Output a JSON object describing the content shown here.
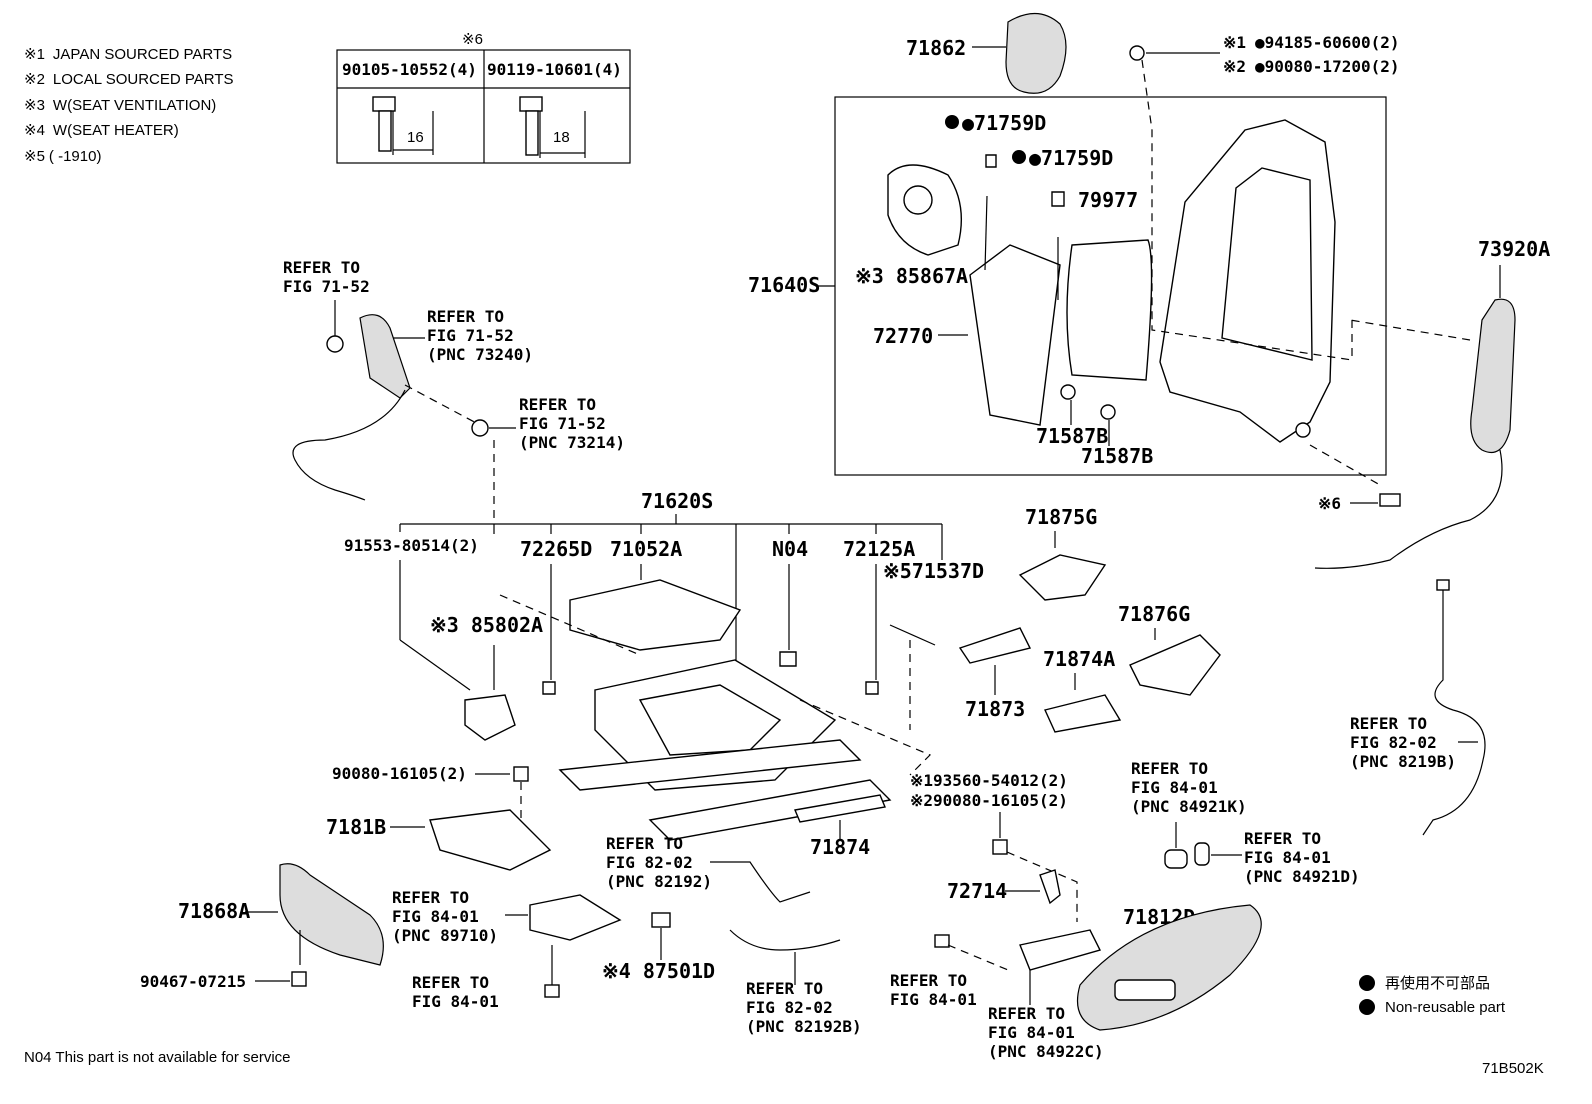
{
  "legend_notes": [
    {
      "mark": "※1",
      "text": "JAPAN SOURCED PARTS"
    },
    {
      "mark": "※2",
      "text": "LOCAL SOURCED PARTS"
    },
    {
      "mark": "※3",
      "text": "W(SEAT VENTILATION)"
    },
    {
      "mark": "※4",
      "text": "W(SEAT HEATER)"
    },
    {
      "mark": "※5",
      "text": "(      -1910)"
    }
  ],
  "bolt_table": {
    "mark": "※6",
    "col1": "90105-10552(4)",
    "col2": "90119-10601(4)",
    "dim1": "16",
    "dim2": "18"
  },
  "labels": {
    "l71862": "71862",
    "l94185": "●94185-60600(2)",
    "l90080a": "●90080-17200(2)",
    "m1": "※1",
    "m2": "※2",
    "l71759a": "●71759D",
    "l71759b": "●71759D",
    "l79977": "79977",
    "l71640": "71640S",
    "l85867": "※3 85867A",
    "l72770": "72770",
    "l71587a": "71587B",
    "l71587b": "71587B",
    "l73920": "73920A",
    "m6": "※6",
    "l71620": "71620S",
    "l91553": "91553-80514(2)",
    "l72265": "72265D",
    "l71052": "71052A",
    "lN04": "N04",
    "l72125": "72125A",
    "l71537": "※571537D",
    "l85802": "※3 85802A",
    "l90080b": "90080-16105(2)",
    "l7181": "7181B",
    "l71875": "71875G",
    "l71876": "71876G",
    "l71874a": "71874A",
    "l71873": "71873",
    "l71874": "71874",
    "l93560": "※193560-54012(2)",
    "l90080c": "※290080-16105(2)",
    "l72714": "72714",
    "l71812": "71812D",
    "l71868": "71868A",
    "l90467": "90467-07215",
    "l87501": "※4 87501D"
  },
  "refers": {
    "r1": [
      "REFER TO",
      "FIG 71-52"
    ],
    "r2": [
      "REFER TO",
      "FIG 71-52",
      "(PNC 73240)"
    ],
    "r3": [
      "REFER TO",
      "FIG 71-52",
      "(PNC 73214)"
    ],
    "r4": [
      "REFER TO",
      "FIG 82-02",
      "(PNC 8219B)"
    ],
    "r5": [
      "REFER TO",
      "FIG 84-01",
      "(PNC 84921K)"
    ],
    "r6": [
      "REFER TO",
      "FIG 84-01",
      "(PNC 84921D)"
    ],
    "r7": [
      "REFER TO",
      "FIG 82-02",
      "(PNC 82192)"
    ],
    "r8": [
      "REFER TO",
      "FIG 84-01",
      "(PNC 89710)"
    ],
    "r9": [
      "REFER TO",
      "FIG 84-01"
    ],
    "r10": [
      "REFER TO",
      "FIG 82-02",
      "(PNC 82192B)"
    ],
    "r11": [
      "REFER TO",
      "FIG 84-01"
    ],
    "r12": [
      "REFER TO",
      "FIG 84-01",
      "(PNC 84922C)"
    ]
  },
  "non_reusable": {
    "jp": "再使用不可部品",
    "en": "Non-reusable part"
  },
  "footer_note": "N04  This part is not available for service",
  "figure_code": "71B502K"
}
